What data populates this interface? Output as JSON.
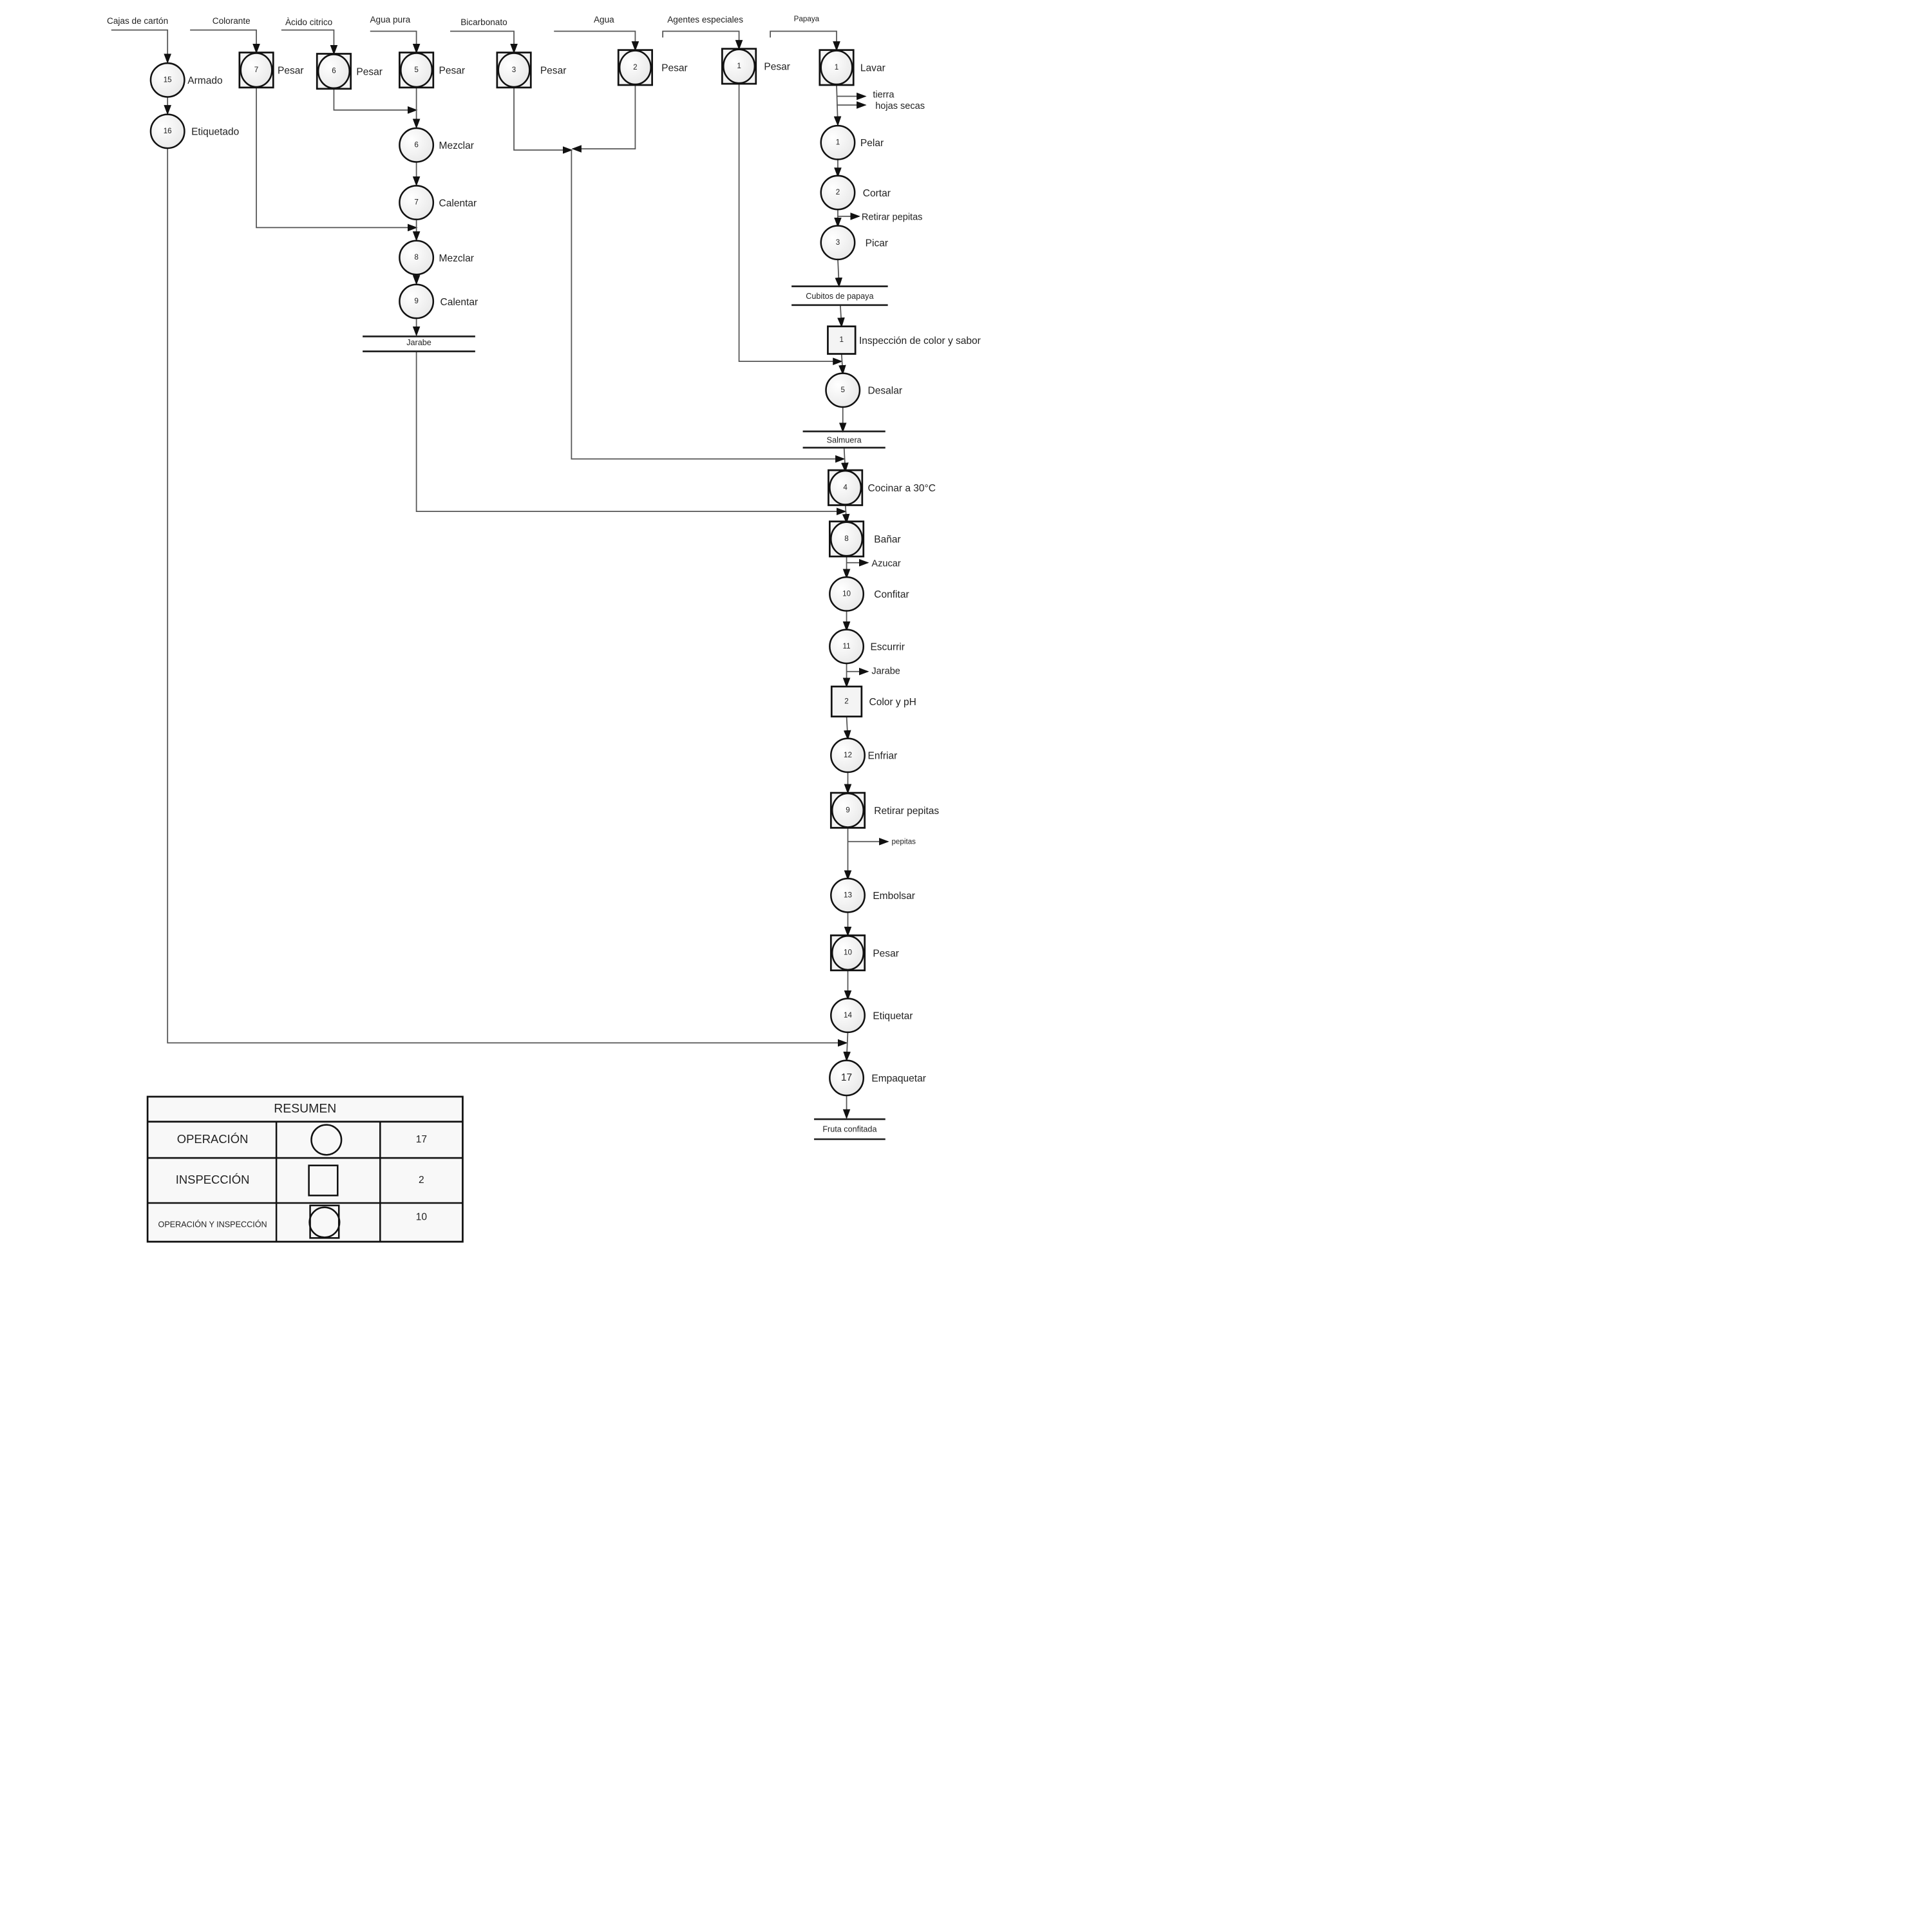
{
  "inputs": [
    "Cajas de cartón",
    "Colorante",
    "Àcido citrico",
    "Agua pura",
    "Bicarbonato",
    "Agua",
    "Agentes especiales",
    "Papaya"
  ],
  "steps": [
    {
      "num": "15",
      "label": "Armado"
    },
    {
      "num": "16",
      "label": "Etiquetado"
    },
    {
      "num": "7",
      "label": "Pesar"
    },
    {
      "num": "6",
      "label": "Pesar"
    },
    {
      "num": "5",
      "label": "Pesar"
    },
    {
      "num": "6",
      "label": "Mezclar"
    },
    {
      "num": "7",
      "label": "Calentar"
    },
    {
      "num": "8",
      "label": "Mezclar"
    },
    {
      "num": "9",
      "label": "Calentar"
    },
    {
      "num": "3",
      "label": "Pesar"
    },
    {
      "num": "2",
      "label": "Pesar"
    },
    {
      "num": "1",
      "label": "Pesar"
    },
    {
      "num": "1",
      "label": "Lavar"
    },
    {
      "num": "1",
      "label": "Pelar"
    },
    {
      "num": "2",
      "label": "Cortar"
    },
    {
      "num": "3",
      "label": "Picar"
    },
    {
      "num": "1",
      "label": "Inspección de color y sabor"
    },
    {
      "num": "5",
      "label": "Desalar"
    },
    {
      "num": "4",
      "label": "Cocinar a 30°C"
    },
    {
      "num": "8",
      "label": "Bañar"
    },
    {
      "num": "10",
      "label": "Confitar"
    },
    {
      "num": "11",
      "label": "Escurrir"
    },
    {
      "num": "2",
      "label": "Color y pH"
    },
    {
      "num": "12",
      "label": "Enfriar"
    },
    {
      "num": "9",
      "label": "Retirar pepitas"
    },
    {
      "num": "13",
      "label": "Embolsar"
    },
    {
      "num": "10",
      "label": "Pesar"
    },
    {
      "num": "14",
      "label": "Etiquetar"
    },
    {
      "num": "17",
      "label": "Empaquetar"
    }
  ],
  "byproducts": [
    "tierra",
    "hojas secas",
    "Retirar pepitas",
    "Azucar",
    "Jarabe",
    "pepitas"
  ],
  "storages": [
    "Jarabe",
    "Cubitos de papaya",
    "Salmuera",
    "Fruta confitada"
  ],
  "summary": {
    "title": "RESUMEN",
    "rows": [
      {
        "label": "OPERACIÓN",
        "count": "17"
      },
      {
        "label": "INSPECCIÓN",
        "count": "2"
      },
      {
        "label": "OPERACIÓN Y INSPECCIÓN",
        "count": "10"
      }
    ]
  }
}
